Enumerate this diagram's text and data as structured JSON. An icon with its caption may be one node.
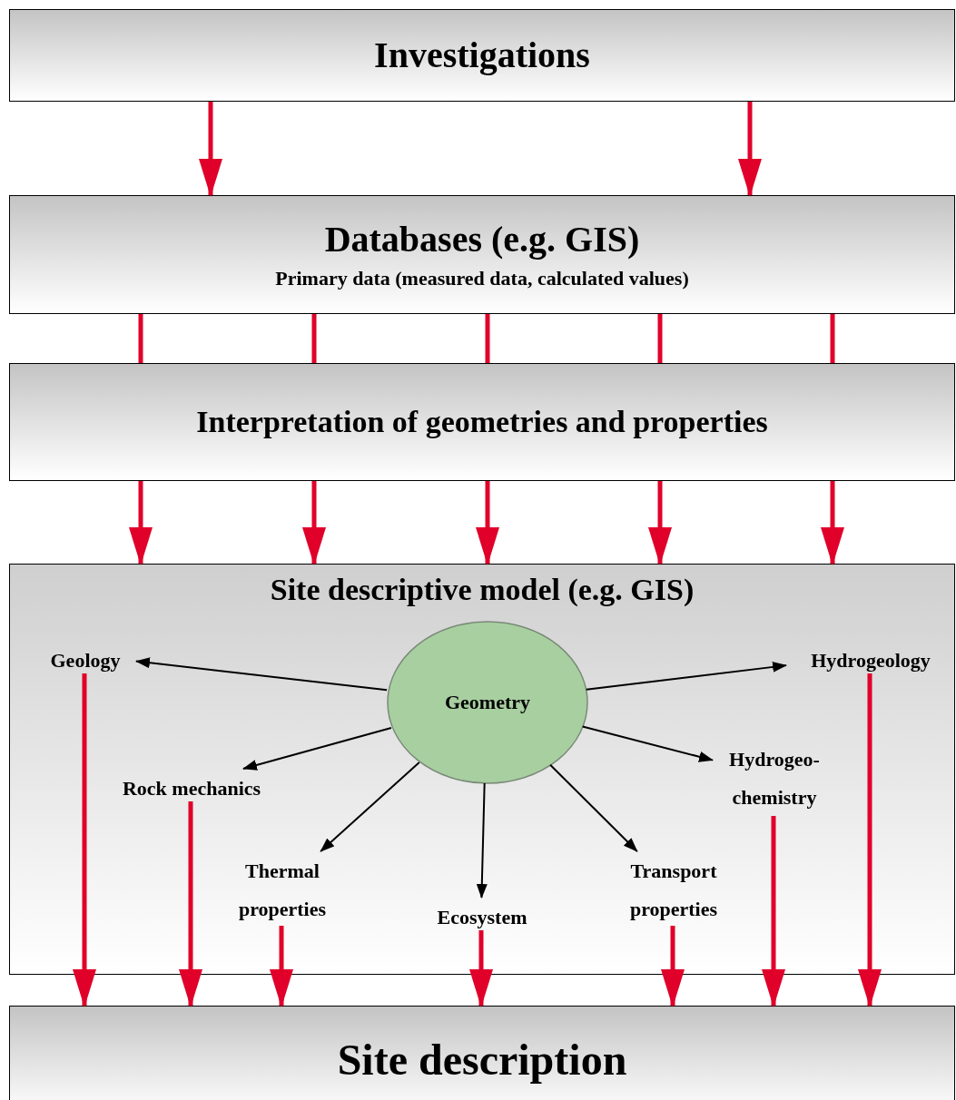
{
  "diagram": {
    "nodes": [
      {
        "text": [
          "Investigations"
        ]
      },
      {
        "text": [
          "Databases (e.g. GIS)",
          "Primary data (measured data, calculated values)"
        ]
      },
      {
        "text": [
          "Interpretation of geometries and properties"
        ]
      },
      {
        "text": [
          "Site descriptive model (e.g. GIS)"
        ]
      },
      {
        "text": [
          "Geology"
        ],
        "in": 3
      },
      {
        "text": [
          "Geometry"
        ],
        "in": 3
      },
      {
        "text": [
          "Hydrogeology"
        ],
        "in": 3
      },
      {
        "text": [
          "Rock mechanics"
        ],
        "in": 3
      },
      {
        "text": [
          "Hydrogeo-chemistry"
        ],
        "in": 3
      },
      {
        "text": [
          "Thermal properties"
        ],
        "in": 3
      },
      {
        "text": [
          "Ecosystem"
        ],
        "in": 3
      },
      {
        "text": [
          "Transport properties"
        ],
        "in": 3
      },
      {
        "text": [
          "Site description"
        ]
      }
    ],
    "edges": [
      {
        "from": 0,
        "to": 1,
        "arrow": "to"
      },
      {
        "from": 0,
        "to": 1,
        "arrow": "to"
      },
      {
        "from": 1,
        "to": 2,
        "arrow": "none"
      },
      {
        "from": 1,
        "to": 2,
        "arrow": "none"
      },
      {
        "from": 1,
        "to": 2,
        "arrow": "none"
      },
      {
        "from": 1,
        "to": 2,
        "arrow": "none"
      },
      {
        "from": 1,
        "to": 2,
        "arrow": "none"
      },
      {
        "from": 2,
        "to": 3,
        "arrow": "to"
      },
      {
        "from": 2,
        "to": 3,
        "arrow": "to"
      },
      {
        "from": 2,
        "to": 3,
        "arrow": "to"
      },
      {
        "from": 2,
        "to": 3,
        "arrow": "to"
      },
      {
        "from": 2,
        "to": 3,
        "arrow": "to"
      },
      {
        "from": 5,
        "to": 4,
        "arrow": "to",
        "color": "#000000"
      },
      {
        "from": 5,
        "to": 6,
        "arrow": "to",
        "color": "#000000"
      },
      {
        "from": 5,
        "to": 7,
        "arrow": "to",
        "color": "#000000"
      },
      {
        "from": 5,
        "to": 8,
        "arrow": "to",
        "color": "#000000"
      },
      {
        "from": 5,
        "to": 9,
        "arrow": "to",
        "color": "#000000"
      },
      {
        "from": 5,
        "to": 10,
        "arrow": "to",
        "color": "#000000"
      },
      {
        "from": 5,
        "to": 11,
        "arrow": "to",
        "color": "#000000"
      },
      {
        "from": 4,
        "to": 12,
        "arrow": "to"
      },
      {
        "from": 7,
        "to": 12,
        "arrow": "to"
      },
      {
        "from": 9,
        "to": 12,
        "arrow": "to"
      },
      {
        "from": 10,
        "to": 12,
        "arrow": "to"
      },
      {
        "from": 11,
        "to": 12,
        "arrow": "to"
      },
      {
        "from": 8,
        "to": 12,
        "arrow": "to"
      },
      {
        "from": 6,
        "to": 12,
        "arrow": "to"
      }
    ]
  }
}
